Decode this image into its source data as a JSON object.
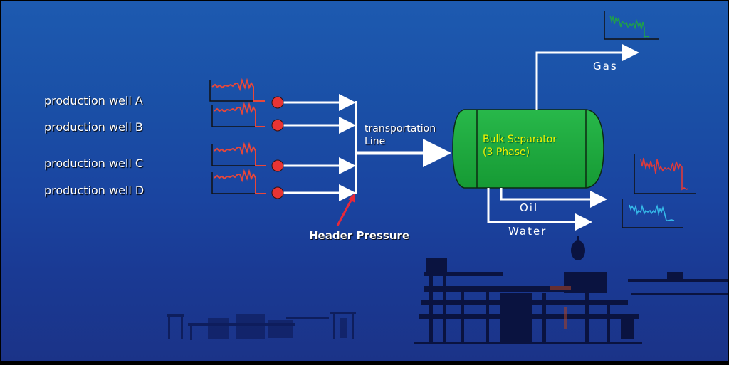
{
  "diagram": {
    "wells": [
      {
        "label": "production well A"
      },
      {
        "label": "production well B"
      },
      {
        "label": "production well C"
      },
      {
        "label": "production well D"
      }
    ],
    "header_pressure_label": "Header Pressure",
    "transport_line": {
      "line1": "transportation",
      "line2": "Line"
    },
    "separator": {
      "line1": "Bulk Separator",
      "line2": "(3 Phase)"
    },
    "outputs": {
      "gas": "Gas",
      "oil": "Oil",
      "water": "Water"
    },
    "colors": {
      "background": "#1a4fa6",
      "well_trend": "#e8473a",
      "valve": "#e83434",
      "separator": "#1fa83e",
      "separator_text": "#f2f200",
      "gas_trend": "#1fa04a",
      "oil_trend": "#e03a3a",
      "water_trend": "#35b8e8",
      "pointer": "#e8283a"
    }
  }
}
